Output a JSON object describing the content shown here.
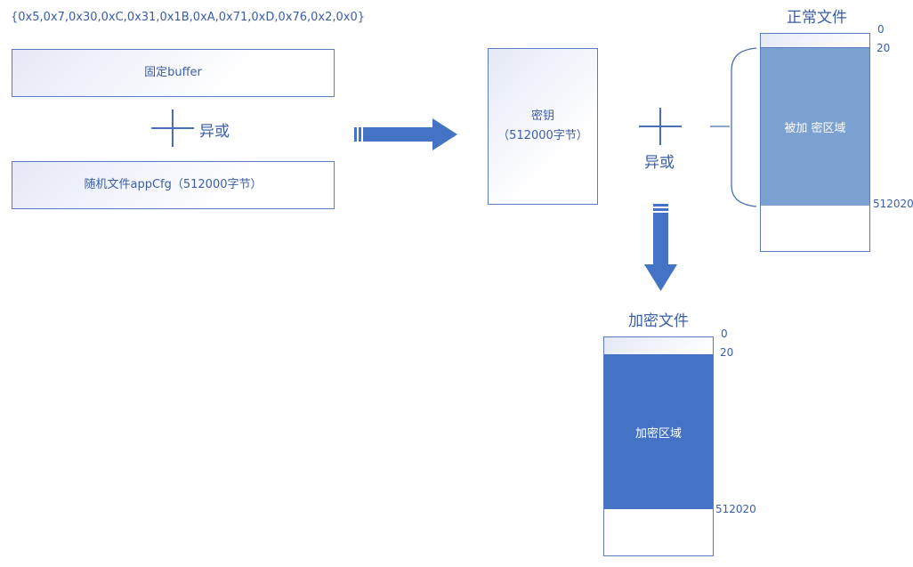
{
  "colors": {
    "accent": "#4472c4",
    "light_region": "#7aa1d0",
    "text": "#3a5da8"
  },
  "key_bytes": "{0x5,0x7,0x30,0xC,0x31,0x1B,0xA,0x71,0xD,0x76,0x2,0x0}",
  "fixed_buffer": "固定buffer",
  "xor_left": "异或",
  "random_file": "随机文件appCfg（512000字节）",
  "key_box": {
    "line1": "密钥",
    "line2": "（512000字节）"
  },
  "xor_right": "异或",
  "normal_file": {
    "title": "正常文件",
    "offset_0": "0",
    "offset_20": "20",
    "region": "被加 密区域",
    "offset_end": "512020"
  },
  "encrypted_file": {
    "title": "加密文件",
    "offset_0": "0",
    "offset_20": "20",
    "region": "加密区域",
    "offset_end": "512020"
  }
}
